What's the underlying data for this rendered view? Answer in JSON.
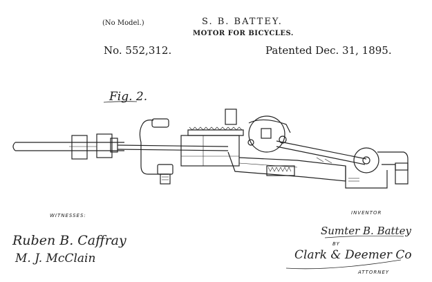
{
  "header": {
    "no_model": "(No Model.)",
    "inventor_name": "S. B. BATTEY.",
    "title": "MOTOR FOR BICYCLES.",
    "patent_number": "No. 552,312.",
    "patent_date": "Patented Dec. 31, 1895."
  },
  "figure": {
    "label": "Fig. 2."
  },
  "footer": {
    "witnesses_label": "WITNESSES:",
    "witness_1": "Ruben B. Caffray",
    "witness_2": "M. J. McClain",
    "inventor_label": "INVENTOR",
    "inventor_signature": "Sumter B. Battey",
    "by_label": "BY",
    "attorney_signature": "Clark & Deemer Co",
    "attorney_label": "ATTORNEY"
  }
}
